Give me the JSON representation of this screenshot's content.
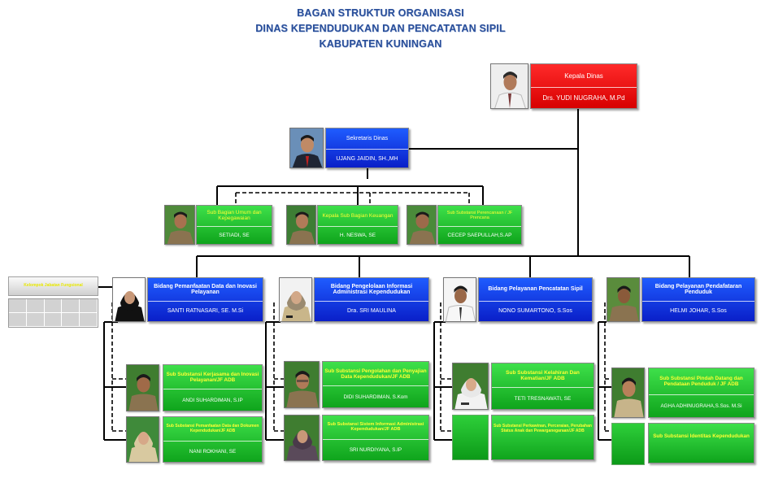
{
  "titles": [
    "BAGAN STRUKTUR ORGANISASI",
    "DINAS KEPENDUDUKAN DAN PENCATATAN SIPIL",
    "KABUPATEN KUNINGAN"
  ],
  "kepala": {
    "title": "Kepala Dinas",
    "name": "Drs. YUDI NUGRAHA, M.Pd"
  },
  "sekretaris": {
    "title": "Sekretaris Dinas",
    "name": "UJANG JAIDIN, SH.,MH"
  },
  "subbagian": [
    {
      "title": "Sub Bagian Umum dan Kepegawaian",
      "name": "SETIADI, SE"
    },
    {
      "title": "Kepala Sub Bagian Keuangan",
      "name": "H. NESWA, SE"
    },
    {
      "title": "Sub Substansi Perencanaan / JF Prencana",
      "name": "CECEP SAEPULLAH,S.AP"
    }
  ],
  "kelompok": {
    "title": "Kelompok Jabatan Fungsional"
  },
  "bidang": [
    {
      "title": "Bidang Pemanfaatan Data dan Inovasi Pelayanan",
      "name": "SANTI RATNASARI, SE. M.Si"
    },
    {
      "title": "Bidang Pengelolaan Informasi Administrasi Kependudukan",
      "name": "Dra. SRI MAULINA"
    },
    {
      "title": "Bidang Pelayanan Pencatatan Sipil",
      "name": "NONO SUMARTONO, S.Sos"
    },
    {
      "title": "Bidang Pelayanan Pendafataran Penduduk",
      "name": "HELMI JOHAR, S.Sos"
    }
  ],
  "substansi": [
    {
      "title": "Sub Substansi Kerjasama dan Inovasi Pelayanan/JF ADB",
      "name": "ANDI SUHARDIMAN, S.IP"
    },
    {
      "title": "Sub Substansi Pemanfaatan Data dan Dokumen Kependudukan/JF ADB",
      "name": "NANI ROKHANI, SE"
    },
    {
      "title": "Sub Substansi Pengolahan dan Penyajian Data Kependudukan/JF ADB",
      "name": "DIDI SUHARDIMAN, S.Kom"
    },
    {
      "title": "Sub Substansi Sistem Informasi Administrasi Kependudukan/JF ADB",
      "name": "SRI NURDIYANA, S.IP"
    },
    {
      "title": "Sub Substansi Kelahiran Dan Kematian/JF ADB",
      "name": "TETI TRESNAWATI, SE"
    },
    {
      "title": "Sub Substansi Perkawinan, Perceraian, Perubahan Status Anak dan Pewarganegaraan/JF ADB",
      "name": ""
    },
    {
      "title": "Sub Substansi Pindah Datang dan Pendataan Penduduk / JF ADB",
      "name": "AGHA ADHINUGRAHA,S.Sos. M.Si"
    },
    {
      "title": "Sub Substansi Identitas Kependudukan",
      "name": ""
    }
  ],
  "colors": {
    "kepala": "#e00000",
    "struktural": "#0a2ee0",
    "substansi": "#18b828",
    "substansi_title": "#ffff33",
    "title": "#2a4f9a"
  }
}
